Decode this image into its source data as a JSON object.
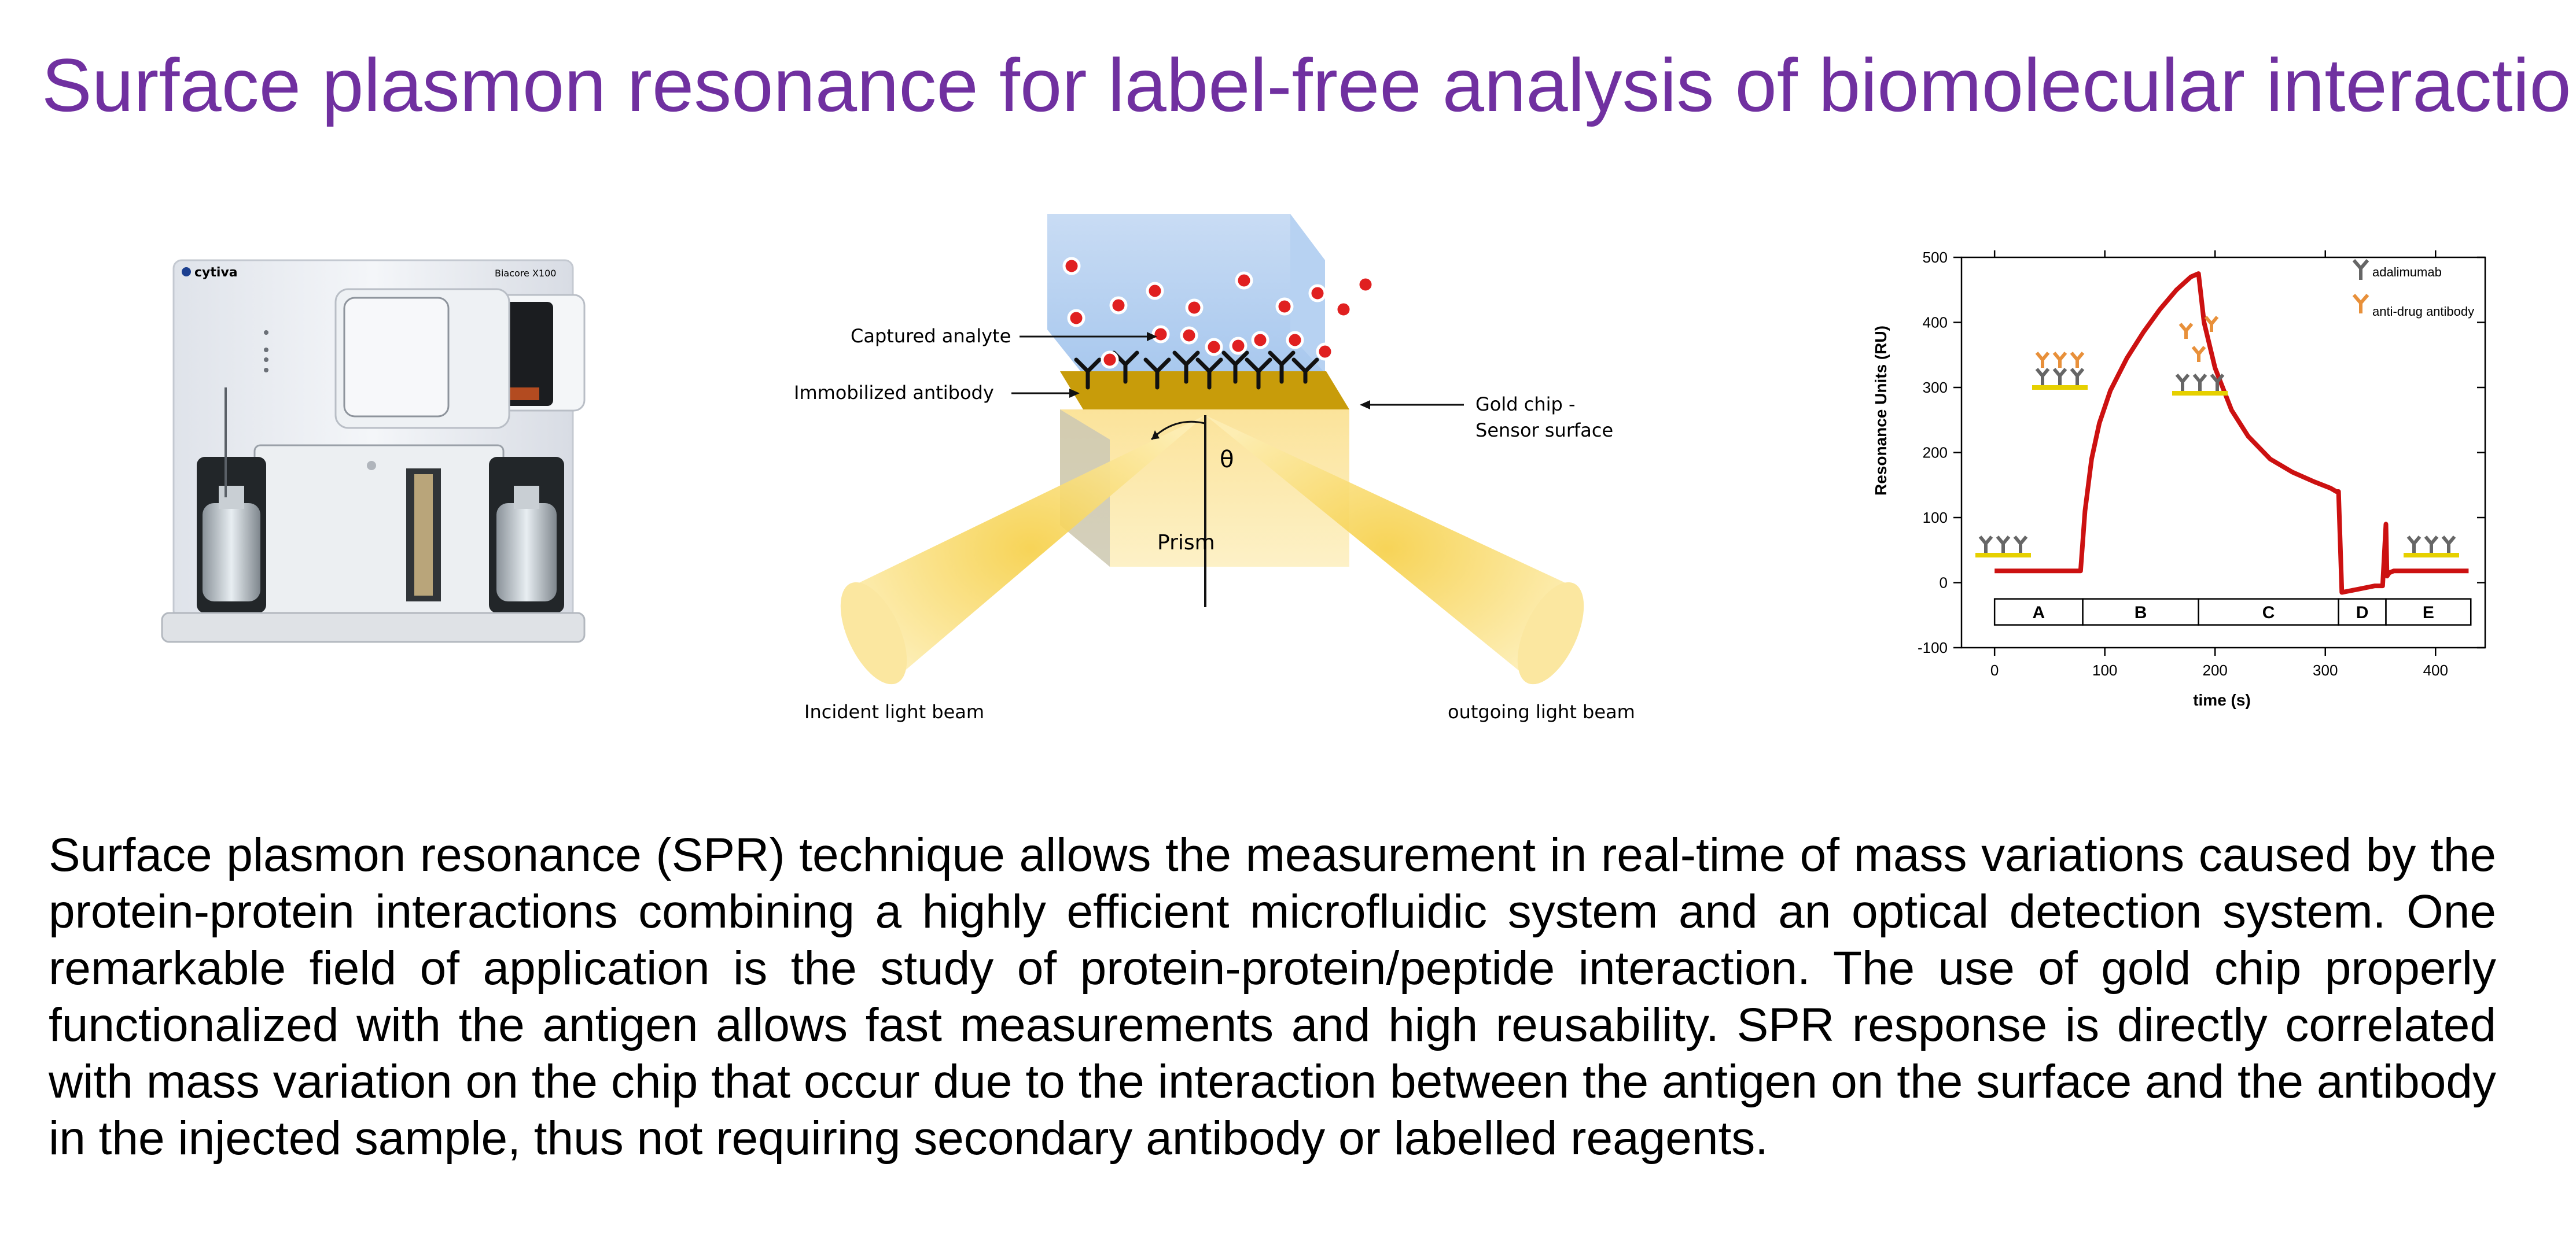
{
  "title": "Surface plasmon resonance for label-free analysis of biomolecular interactions",
  "body_text": "Surface plasmon resonance (SPR) technique allows the measurement in real-time of mass variations caused by the protein-protein interactions combining a highly efficient microfluidic system and an optical detection system. One remarkable field of application is the study of protein-protein/peptide interaction. The use of gold chip properly functionalized with the antigen allows fast measurements and high reusability. SPR response is directly correlated with mass variation on the chip that occur due to the interaction between the antigen on the surface and the antibody in the injected sample, thus not requiring secondary antibody or labelled reagents.",
  "instrument": {
    "brand": "cytiva",
    "model": "Biacore X100"
  },
  "diagram": {
    "captured_analyte": "Captured analyte",
    "immobilized_antibody": "Immobilized antibody",
    "gold_chip_line1": "Gold chip -",
    "gold_chip_line2": "Sensor surface",
    "theta": "θ",
    "prism": "Prism",
    "incident": "Incident light beam",
    "outgoing": "outgoing light beam"
  },
  "chart_data": {
    "type": "line",
    "xlabel": "time (s)",
    "ylabel": "Resonance Units (RU)",
    "xlim": [
      -30,
      445
    ],
    "ylim": [
      -100,
      500
    ],
    "x_ticks": [
      0,
      100,
      200,
      300,
      400
    ],
    "y_ticks": [
      -100,
      0,
      100,
      200,
      300,
      400,
      500
    ],
    "legend": [
      "adalimumab",
      "anti-drug antibody"
    ],
    "phases": [
      "A",
      "B",
      "C",
      "D",
      "E"
    ],
    "phase_bounds": [
      0,
      80,
      185,
      312,
      355,
      432
    ],
    "series": [
      {
        "color": "#cc1111",
        "x": [
          0,
          20,
          40,
          60,
          78,
          82,
          88,
          95,
          105,
          120,
          135,
          150,
          165,
          178,
          185,
          190,
          200,
          215,
          230,
          250,
          270,
          290,
          305,
          310,
          312,
          315,
          330,
          345,
          352,
          355,
          356,
          358,
          362,
          380,
          400,
          430
        ],
        "y": [
          18,
          18,
          18,
          18,
          18,
          110,
          190,
          245,
          295,
          345,
          385,
          420,
          450,
          470,
          475,
          400,
          330,
          265,
          225,
          190,
          170,
          155,
          145,
          140,
          140,
          -15,
          -10,
          -5,
          -5,
          90,
          10,
          15,
          18,
          18,
          18,
          18
        ]
      }
    ]
  },
  "colors": {
    "title": "#7030a0",
    "gold": "#c89c0a",
    "light_beam": "#f7d85a",
    "curve": "#cc1111",
    "anti_drug": "#e8903a",
    "surface": "#e6d000"
  }
}
